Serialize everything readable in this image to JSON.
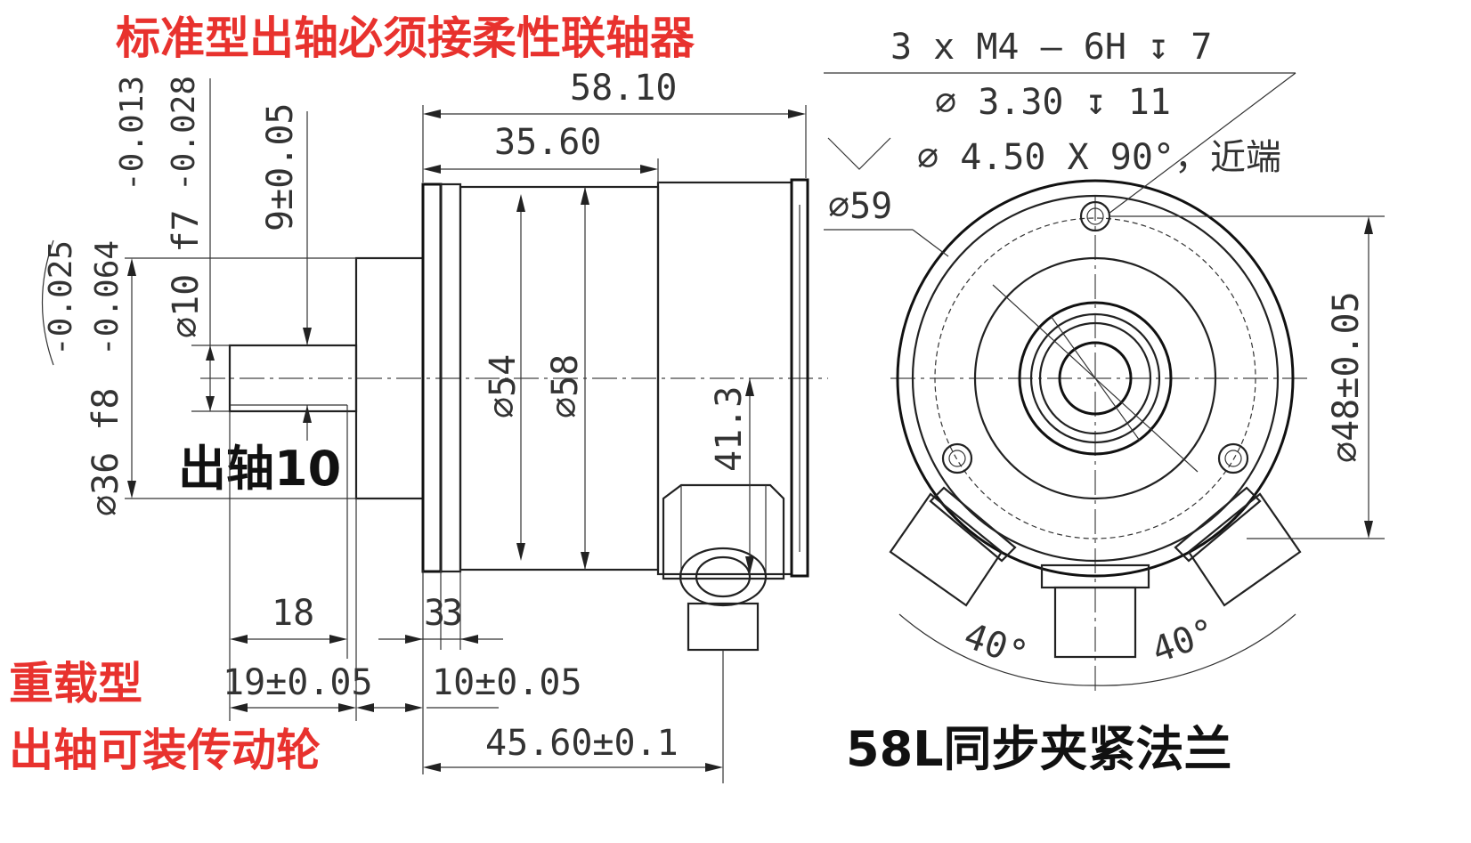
{
  "labels": {
    "title_standard": "标准型出轴必须接柔性联轴器",
    "heavy_type": "重载型",
    "heavy_note": "出轴可装传动轮",
    "shaft_label": "出轴10",
    "flange_label": "58L同步夹紧法兰"
  },
  "dims": {
    "holes_thread": "3 x  M4 — 6H",
    "thread_depth": "7",
    "drill": "3.30",
    "drill_depth": "11",
    "csk": "4.50 X 90°",
    "csk_side": "，近端",
    "len_total": "58.10",
    "len_body": "35.60",
    "len_45": "45.60",
    "tol_45": "0.1",
    "len_19": "19",
    "tol_19": "0.05",
    "len_10": "10",
    "tol_10": "0.05",
    "len_18": "18",
    "len_3a": "3",
    "len_3b": "3",
    "dia_54": "54",
    "dia_58": "58",
    "dia_59": "59",
    "dia_48": "48",
    "tol_48": "0.05",
    "dia_36": "36 f8",
    "tol_36_upper": "-0.025",
    "tol_36_lower": "-0.064",
    "dia_10": "10  f7",
    "tol_10_upper": "-0.013",
    "tol_10_lower": "-0.028",
    "key_9": "9",
    "tol_9": "0.05",
    "height_41": "41.3",
    "angle_left": "40°",
    "angle_right": "40°"
  },
  "symbols": {
    "diameter": "⌀",
    "plus_minus": "±",
    "depth": "↧"
  },
  "colors": {
    "title_red": "#e8322e",
    "line": "#222222",
    "text": "#333333"
  }
}
